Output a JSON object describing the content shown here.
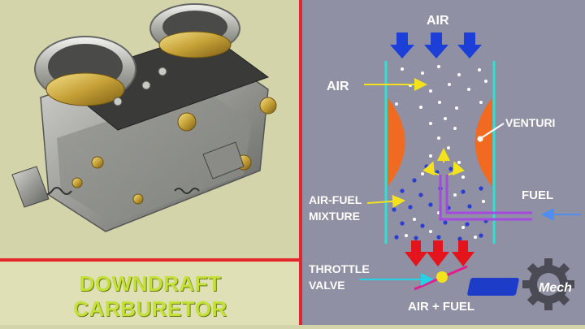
{
  "title": "DOWNDRAFT CARBURETOR",
  "labels": {
    "air_top": "AIR",
    "air_left": "AIR",
    "venturi": "VENTURI",
    "fuel": "FUEL",
    "air_fuel_mixture_line1": "AIR-FUEL",
    "air_fuel_mixture_line2": "MIXTURE",
    "throttle_line1": "THROTTLE",
    "throttle_line2": "VALVE",
    "air_plus_fuel": "AIR + FUEL"
  },
  "logo": {
    "text": "Mech"
  },
  "colors": {
    "left_background": "#d3d4aa",
    "right_background": "#8f90a4",
    "divider": "#e4262a",
    "title_text": "#c4e03a",
    "venturi": "#f06a22",
    "air_arrow": "#1c3fd8",
    "exit_arrow": "#e3141b",
    "label_pointer": "#f4e21c",
    "fuel_line": "#a44ae0",
    "throttle_pointer": "#26d0e6",
    "throttle_plate": "#e21c8a",
    "throttle_pivot": "#f4e21c",
    "tube_walls": "#2fe2cf"
  }
}
